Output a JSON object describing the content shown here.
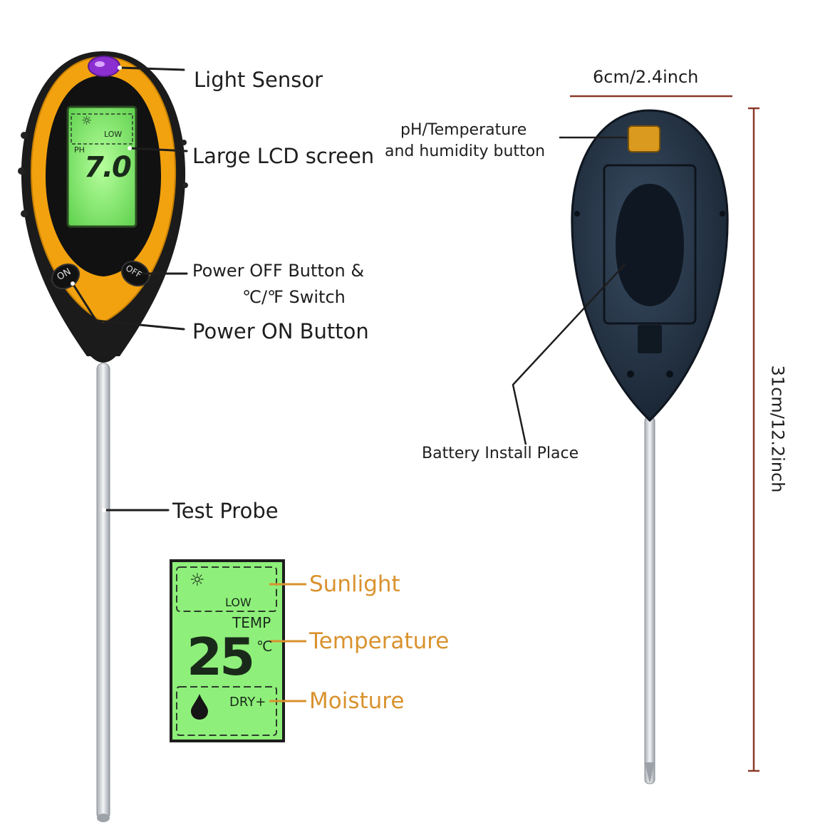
{
  "front_device": {
    "lcd": {
      "sun_symbol": "☼",
      "low": "LOW",
      "ph": "PH",
      "reading": "7.0"
    },
    "buttons": {
      "on": "ON",
      "off": "OFF"
    }
  },
  "labels": {
    "light_sensor": "Light Sensor",
    "lcd_screen": "Large LCD screen",
    "power_off": "Power  OFF Button &",
    "cf_switch": "℃/℉ Switch",
    "power_on": "Power ON Button",
    "test_probe": "Test Probe",
    "ph_button_line1": "pH/Temperature",
    "ph_button_line2": "and humidity button",
    "battery": "Battery Install Place"
  },
  "dimensions": {
    "width": "6cm/2.4inch",
    "height": "31cm/12.2inch"
  },
  "lcd_detail": {
    "sun_symbol": "☼",
    "low": "LOW",
    "temp": "TEMP",
    "temp_value": "25",
    "temp_unit": "℃",
    "dry": "DRY+",
    "drop_symbol": "💧",
    "sunlight_label": "Sunlight",
    "temperature_label": "Temperature",
    "moisture_label": "Moisture"
  },
  "colors": {
    "device_orange": "#f2a20f",
    "lcd_green": "#8ef07a",
    "callout_orange": "#d9922e",
    "back_device": "#1f2f42"
  }
}
